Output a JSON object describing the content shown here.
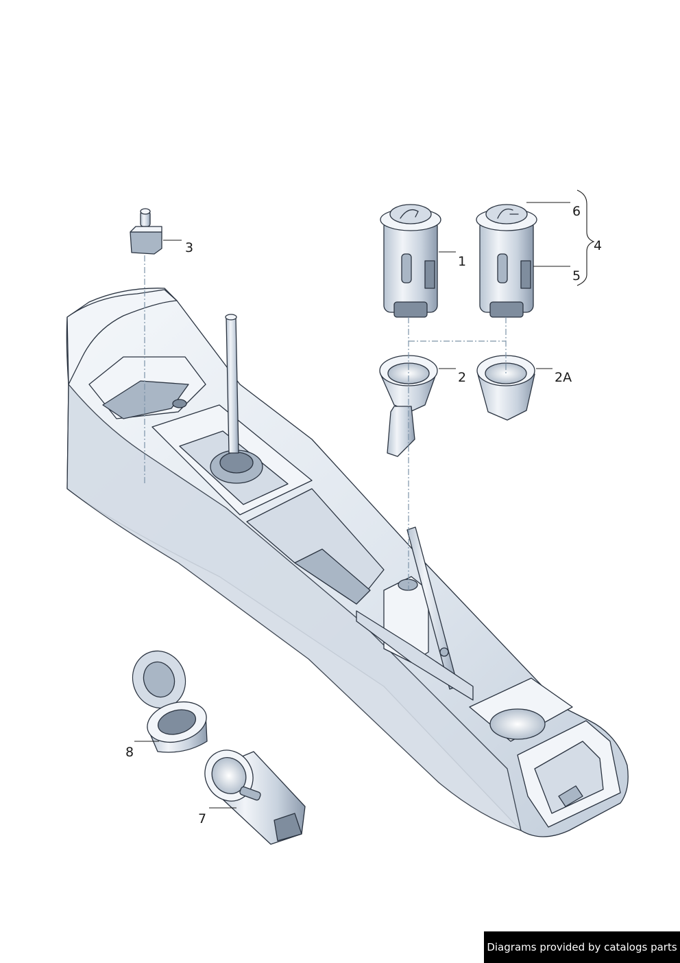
{
  "callouts": {
    "c1": "1",
    "c2": "2",
    "c2a": "2A",
    "c3": "3",
    "c4": "4",
    "c5": "5",
    "c6": "6",
    "c7": "7",
    "c8": "8"
  },
  "footer": {
    "credit": "Diagrams provided by catalogs parts"
  },
  "colors": {
    "part_fill": "#dde4ec",
    "part_outline": "#2a3340",
    "leader_line": "#1a1a1a",
    "dashed_line": "#7c93a8",
    "footer_bg": "#000000",
    "footer_text": "#ffffff"
  }
}
